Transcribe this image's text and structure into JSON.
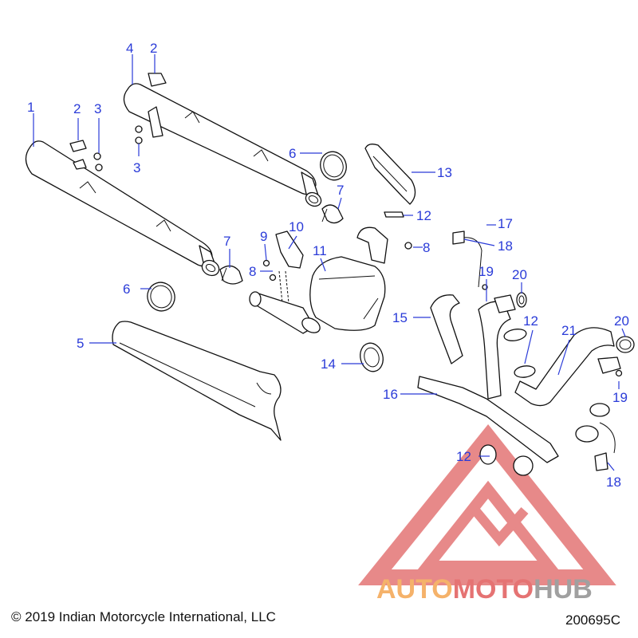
{
  "footer": {
    "copyright": "© 2019 Indian Motorcycle International, LLC",
    "drawing_number": "200695C"
  },
  "watermark": {
    "text_auto": "AUTO",
    "text_moto": "MOTO",
    "text_hub": "HUB",
    "color_auto": "#f5b26a",
    "color_moto": "#e57373",
    "color_hub": "#a0a0a0"
  },
  "colors": {
    "callout": "#2a3bd8",
    "linework": "#111111"
  },
  "callouts": {
    "c1": "1",
    "c2a": "2",
    "c2b": "2",
    "c3a": "3",
    "c3b": "3",
    "c4": "4",
    "c5": "5",
    "c6a": "6",
    "c6b": "6",
    "c7a": "7",
    "c7b": "7",
    "c8a": "8",
    "c8b": "8",
    "c9": "9",
    "c10": "10",
    "c11": "11",
    "c12a": "12",
    "c12b": "12",
    "c12c": "12",
    "c13": "13",
    "c14": "14",
    "c15": "15",
    "c16": "16",
    "c17": "17",
    "c18a": "18",
    "c18b": "18",
    "c19a": "19",
    "c19b": "19",
    "c20a": "20",
    "c20b": "20",
    "c21": "21"
  }
}
